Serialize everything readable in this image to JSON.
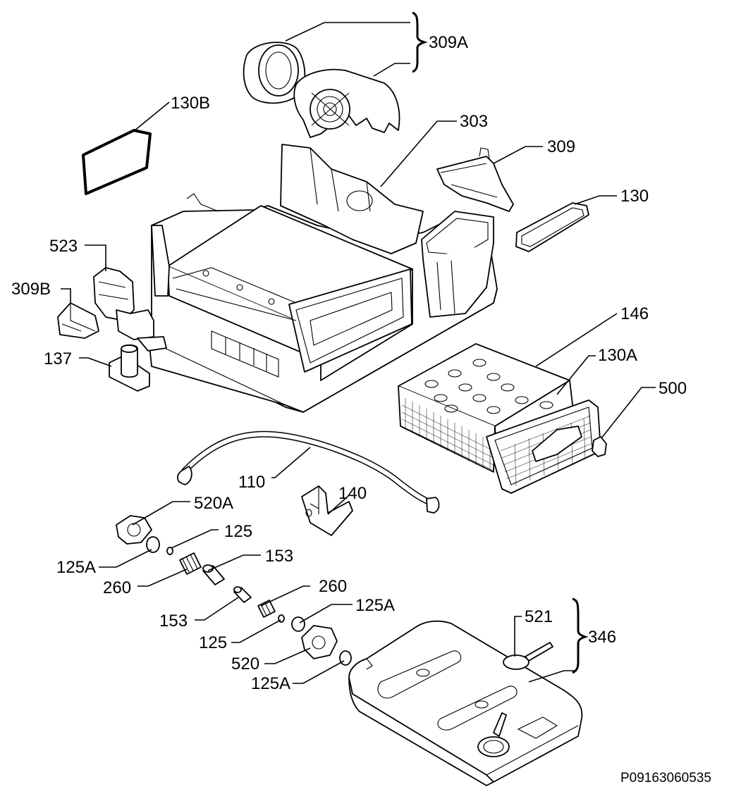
{
  "diagram": {
    "code": "P09163060535",
    "labels": {
      "l309A": "309A",
      "l130B": "130B",
      "l303": "303",
      "l309": "309",
      "l130": "130",
      "l523": "523",
      "l309B": "309B",
      "l146": "146",
      "l130A": "130A",
      "l500": "500",
      "l137": "137",
      "l110": "110",
      "l520A": "520A",
      "l140": "140",
      "l125a": "125",
      "l125Aa": "125A",
      "l153a": "153",
      "l260a": "260",
      "l260b": "260",
      "l153b": "153",
      "l125Ab": "125A",
      "l125b": "125",
      "l520": "520",
      "l125Ac": "125A",
      "l521": "521",
      "l346": "346"
    }
  }
}
